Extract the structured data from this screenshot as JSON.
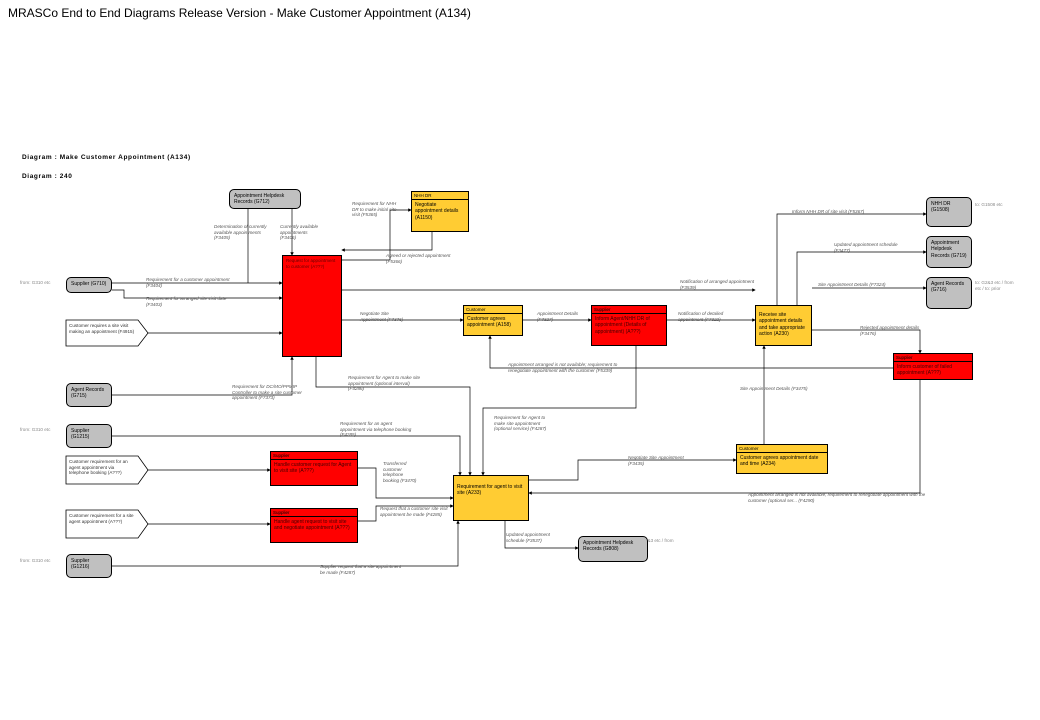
{
  "page": {
    "title": "MRASCo End to End Diagrams Release Version - Make Customer Appointment (A134)",
    "diagram_name": "Diagram : Make Customer Appointment (A134)",
    "diagram_number": "Diagram : 240"
  },
  "stores": {
    "appt_helpdesk_g712": "Appointment Helpdesk Records (G712)",
    "supplier_g710": "Supplier (G710)",
    "agent_g715": "Agent Records (G715)",
    "supplier_g1215": "Supplier (G1215)",
    "supplier_g1216": "Supplier (G1216)",
    "appt_helpdesk_g808": "Appointment Helpdesk Records (G808)",
    "nhh_dr_g1508": "NHH DR (G1508)",
    "appt_helpdesk_g719": "Appointment Helpdesk Records (G719)",
    "agent_g716": "Agent Records (G716)"
  },
  "processes": {
    "main_red": {
      "header": "",
      "text": "Request for appointment to customer (A???)"
    },
    "nhh_dr": {
      "header": "NHH DR",
      "text": "Negotiate appointment details (A1150)"
    },
    "customer_agrees": {
      "header": "Customer",
      "text": "Customer agrees appointment (A158)"
    },
    "notify_red": {
      "header": "Supplier",
      "text": "Inform Agent/NHH DR of appointment (Details of appointment) (A???)"
    },
    "receive_site": {
      "header": "",
      "text": "Receive site appointment details and take appropriate action (A230)"
    },
    "right_red": {
      "header": "Supplier",
      "text": "Inform customer of failed appointment (A???)"
    },
    "customer_date": {
      "header": "Customer",
      "text": "Customer agrees appointment date and time (A234)"
    },
    "red_left1": {
      "header": "Supplier",
      "text": "Handle customer request for Agent to visit site (A???)"
    },
    "red_left2": {
      "header": "Supplier",
      "text": "Handle agent request to visit site and negotiate appointment (A???)"
    },
    "agent_visit": {
      "header": "",
      "text": "Requirement for agent to visit site (A233)"
    }
  },
  "triggers": {
    "t1": "Customer requires a site visit making an appointment (F4915)",
    "t2": "Customer requirement for an agent appointment via telephone booking (A???)",
    "t3": "Customer requirement for a site agent appointment (A???)"
  },
  "flows": {
    "determination": "Determination of currently available appointments (F3405)",
    "currently_available": "Currently available appointments (F3406)",
    "req_customer_appt": "Requirement for a customer appointment (F3404)",
    "req_arrange_visit": "Requirement for arranged site visit date (F3403)",
    "req_nhh_visit": "Requirement for NHH DR to make initial site visit (F5365)",
    "agree_reject": "Agreed or rejected appointment (F5366)",
    "notification_appt": "Notification of arranged appointment (F3539)",
    "negotiate_site": "Negotiate Site Appointment (F7376)",
    "appt_details": "Appointment Details (F7327)",
    "notif_detailed": "Notification of detailed appointment (F7322)",
    "req_dc_mo": "Requirement for DC/MO/PPMIP Controller to make a site customer appointment (F7373)",
    "req_agent_site": "Requirement for Agent to make site appointment (optional interval) (F4286)",
    "appt_not_available": "Appointment arranged is not available; requirement to renegotiate appointment with the customer (F5339)",
    "req_agent_phone": "Requirement for an agent appointment via telephone booking (F4285)",
    "req_agent_optional": "Requirement for Agent to make site appointment (optional service) (F4287)",
    "transferred": "Transferred customer telephone booking (F3470)",
    "request_visit": "Request that a customer site visit appointment be made (F4285)",
    "supplier_request": "Supplier request that a site appointment be made (F4287)",
    "updated_schedule": "Updated appointment schedule (F3537)",
    "negotiate_site2": "Negotiate Site Appointment (F3435)",
    "site_appt_details": "Site Appointment Details (F3475)",
    "appt_arranged_neg": "Appointment arranged is not available; requirement to renegotiate appointment with the customer (optional ser... (F4290)",
    "inform_nhh": "Inform NHH DR of site visit (F5367)",
    "updated_appt_sched": "Updated appointment schedule (F3477)",
    "site_appt_details2": "Site Appointment Details (F7324)",
    "rejected_appt": "Rejected appointment details (F3476)"
  },
  "side_notes": {
    "n1": "from: G310 etc",
    "n2": "from: G310 etc",
    "n3": "from: G310 etc",
    "n4": "to: G1508 etc",
    "n5": "to: G2&3 etc / from etc / to: prior",
    "n6": "to: G2&3 etc / from etc"
  }
}
